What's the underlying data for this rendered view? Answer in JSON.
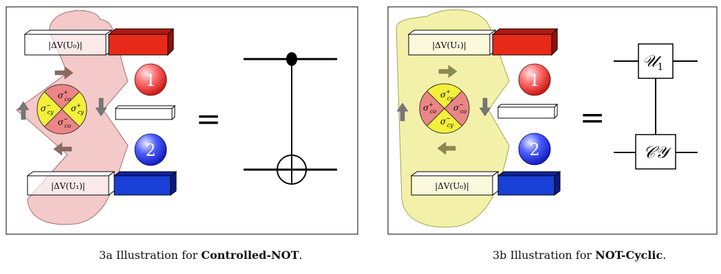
{
  "panels": [
    {
      "id": "a",
      "caption_prefix": "3a Illustration for ",
      "caption_bold": "Controlled-NOT",
      "caption_suffix": ".",
      "top_bar_label": "|ΔV(U₀)|",
      "bottom_bar_label": "|ΔV(U₁)|",
      "qubit_1": "1",
      "qubit_2": "2",
      "equals": "=",
      "sigma_top": "σ",
      "sigma_top_sup": "+",
      "sigma_top_sub": "co",
      "sigma_left": "σ",
      "sigma_left_sup": "−",
      "sigma_left_sub": "cy",
      "sigma_right": "σ",
      "sigma_right_sup": "+",
      "sigma_right_sub": "cy",
      "sigma_bottom": "σ",
      "sigma_bottom_sup": "−",
      "sigma_bottom_sub": "co",
      "colors": {
        "hull": "#f2c4c4",
        "circle_yellow": "#f3ef3a",
        "circle_pink": "#ec8585",
        "top_bar": "#e82a1a",
        "bottom_bar": "#1a3fd6"
      }
    },
    {
      "id": "b",
      "caption_prefix": "3b Illustration for ",
      "caption_bold": "NOT-Cyclic",
      "caption_suffix": ".",
      "top_bar_label": "|ΔV(U₁)|",
      "bottom_bar_label": "|ΔV(U₀)|",
      "qubit_1": "1",
      "qubit_2": "2",
      "equals": "=",
      "gate_top": "𝒰",
      "gate_top_sub": "1",
      "gate_bottom": "𝒞𝒴",
      "sigma_top": "σ",
      "sigma_top_sup": "+",
      "sigma_top_sub": "cy",
      "sigma_left": "σ",
      "sigma_left_sup": "+",
      "sigma_left_sub": "co",
      "sigma_right": "σ",
      "sigma_right_sup": "−",
      "sigma_right_sub": "co",
      "sigma_bottom": "σ",
      "sigma_bottom_sup": "−",
      "sigma_bottom_sub": "cy",
      "colors": {
        "hull": "#f2f0a0",
        "circle_yellow": "#f3ef3a",
        "circle_pink": "#ec8585",
        "top_bar": "#e82a1a",
        "bottom_bar": "#1a3fd6"
      }
    }
  ]
}
